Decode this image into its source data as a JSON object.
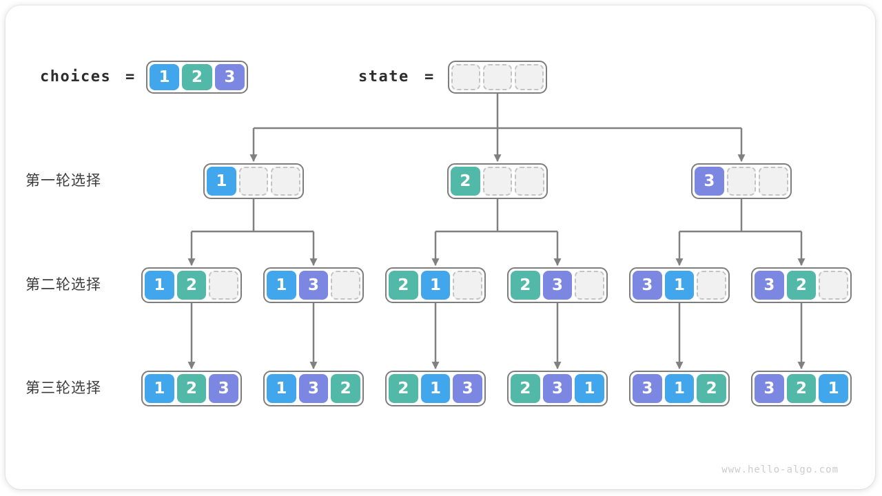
{
  "header": {
    "choices_label": "choices",
    "choices_equals": "=",
    "state_label": "state",
    "state_equals": "=",
    "choices_box": {
      "cells": [
        {
          "v": "1",
          "c": "blue"
        },
        {
          "v": "2",
          "c": "teal"
        },
        {
          "v": "3",
          "c": "indigo"
        }
      ]
    },
    "state_box": {
      "cells": [
        {
          "v": "",
          "c": "empty"
        },
        {
          "v": "",
          "c": "empty"
        },
        {
          "v": "",
          "c": "empty"
        }
      ]
    }
  },
  "rows": [
    {
      "label": "第一轮选择"
    },
    {
      "label": "第二轮选择"
    },
    {
      "label": "第三轮选择"
    }
  ],
  "tree": {
    "level1": [
      {
        "cells": [
          {
            "v": "1",
            "c": "blue"
          },
          {
            "v": "",
            "c": "empty"
          },
          {
            "v": "",
            "c": "empty"
          }
        ]
      },
      {
        "cells": [
          {
            "v": "2",
            "c": "teal"
          },
          {
            "v": "",
            "c": "empty"
          },
          {
            "v": "",
            "c": "empty"
          }
        ]
      },
      {
        "cells": [
          {
            "v": "3",
            "c": "indigo"
          },
          {
            "v": "",
            "c": "empty"
          },
          {
            "v": "",
            "c": "empty"
          }
        ]
      }
    ],
    "level2": [
      {
        "cells": [
          {
            "v": "1",
            "c": "blue"
          },
          {
            "v": "2",
            "c": "teal"
          },
          {
            "v": "",
            "c": "empty"
          }
        ]
      },
      {
        "cells": [
          {
            "v": "1",
            "c": "blue"
          },
          {
            "v": "3",
            "c": "indigo"
          },
          {
            "v": "",
            "c": "empty"
          }
        ]
      },
      {
        "cells": [
          {
            "v": "2",
            "c": "teal"
          },
          {
            "v": "1",
            "c": "blue"
          },
          {
            "v": "",
            "c": "empty"
          }
        ]
      },
      {
        "cells": [
          {
            "v": "2",
            "c": "teal"
          },
          {
            "v": "3",
            "c": "indigo"
          },
          {
            "v": "",
            "c": "empty"
          }
        ]
      },
      {
        "cells": [
          {
            "v": "3",
            "c": "indigo"
          },
          {
            "v": "1",
            "c": "blue"
          },
          {
            "v": "",
            "c": "empty"
          }
        ]
      },
      {
        "cells": [
          {
            "v": "3",
            "c": "indigo"
          },
          {
            "v": "2",
            "c": "teal"
          },
          {
            "v": "",
            "c": "empty"
          }
        ]
      }
    ],
    "level3": [
      {
        "cells": [
          {
            "v": "1",
            "c": "blue"
          },
          {
            "v": "2",
            "c": "teal"
          },
          {
            "v": "3",
            "c": "indigo"
          }
        ]
      },
      {
        "cells": [
          {
            "v": "1",
            "c": "blue"
          },
          {
            "v": "3",
            "c": "indigo"
          },
          {
            "v": "2",
            "c": "teal"
          }
        ]
      },
      {
        "cells": [
          {
            "v": "2",
            "c": "teal"
          },
          {
            "v": "1",
            "c": "blue"
          },
          {
            "v": "3",
            "c": "indigo"
          }
        ]
      },
      {
        "cells": [
          {
            "v": "2",
            "c": "teal"
          },
          {
            "v": "3",
            "c": "indigo"
          },
          {
            "v": "1",
            "c": "blue"
          }
        ]
      },
      {
        "cells": [
          {
            "v": "3",
            "c": "indigo"
          },
          {
            "v": "1",
            "c": "blue"
          },
          {
            "v": "2",
            "c": "teal"
          }
        ]
      },
      {
        "cells": [
          {
            "v": "3",
            "c": "indigo"
          },
          {
            "v": "2",
            "c": "teal"
          },
          {
            "v": "1",
            "c": "blue"
          }
        ]
      }
    ]
  },
  "colors": {
    "blue": "#41a6ec",
    "teal": "#52b9a9",
    "indigo": "#7b87e0",
    "empty": "#f1f1f1",
    "arrow": "#808080",
    "node_border": "#7d7d7d"
  },
  "watermark": "www.hello-algo.com"
}
